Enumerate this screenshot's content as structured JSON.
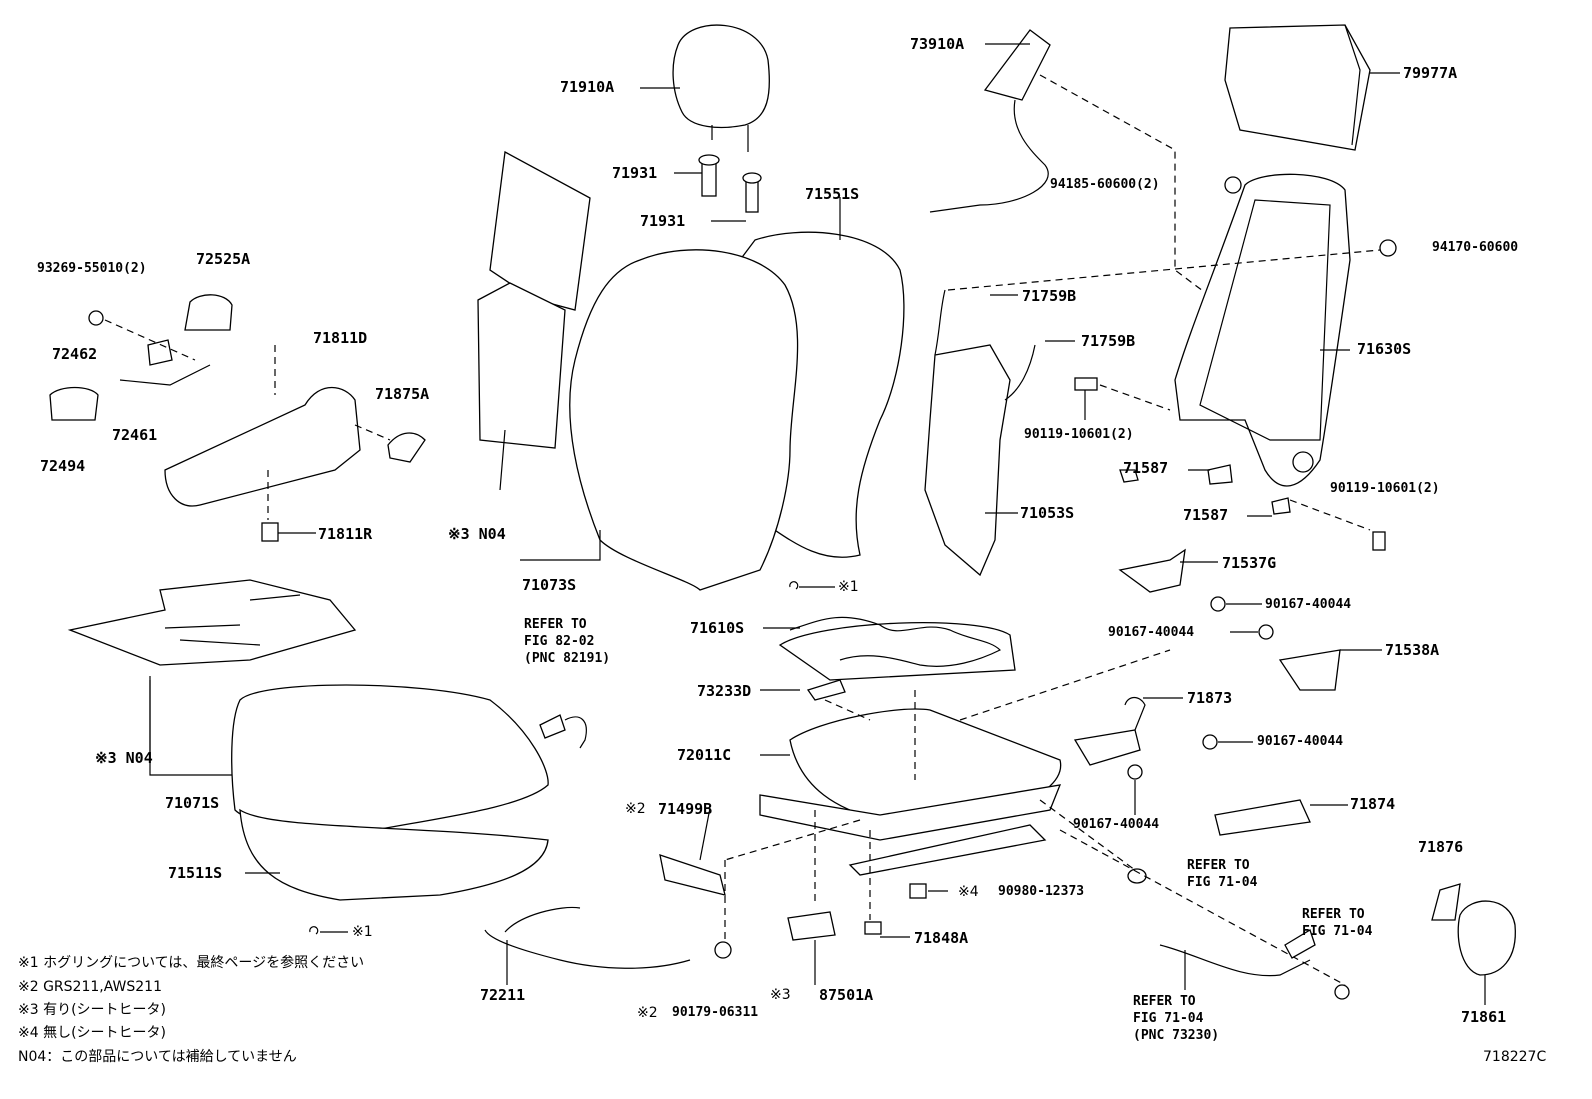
{
  "parts": {
    "p71910A": "71910A",
    "p71931a": "71931",
    "p71931b": "71931",
    "p73910A": "73910A",
    "p79977A": "79977A",
    "p94185": "94185-60600(2)",
    "p94170": "94170-60600",
    "p71551S": "71551S",
    "p93269": "93269-55010(2)",
    "p72525A": "72525A",
    "p72462": "72462",
    "p71811D": "71811D",
    "p71875A": "71875A",
    "p72461": "72461",
    "p72494": "72494",
    "p71811R": "71811R",
    "p71759Ba": "71759B",
    "p71759Bb": "71759B",
    "p71630S": "71630S",
    "p90119a": "90119-10601(2)",
    "p71587a": "71587",
    "p71053S": "71053S",
    "p90119b": "90119-10601(2)",
    "p71587b": "71587",
    "p71073S": "71073S",
    "p71537G": "71537G",
    "p90167a": "90167-40044",
    "p90167b": "90167-40044",
    "p71538A": "71538A",
    "p71610S": "71610S",
    "p73233D": "73233D",
    "p71873": "71873",
    "p72011C": "72011C",
    "p90167c": "90167-40044",
    "p71874": "71874",
    "p90167d": "90167-40044",
    "p71071S": "71071S",
    "p71499B": "71499B",
    "p71511S": "71511S",
    "p90980": "90980-12373",
    "p71876": "71876",
    "p71848A": "71848A",
    "p72211": "72211",
    "p87501A": "87501A",
    "p90179": "90179-06311",
    "p71861": "71861"
  },
  "marks": {
    "n04_a": "※3 N04",
    "n04_b": "※3 N04",
    "x1_a": "※1",
    "x1_b": "※1",
    "x2_a": "※2",
    "x4": "※4",
    "x3": "※3",
    "x2_b": "※2"
  },
  "refs": {
    "r82": "REFER TO\nFIG 82-02\n(PNC 82191)",
    "r7104a": "REFER TO\nFIG 71-04",
    "r7104b": "REFER TO\nFIG 71-04",
    "r73230": "REFER TO\nFIG 71-04\n(PNC 73230)"
  },
  "legend": [
    "※1 ホグリングについては、最終ページを参照ください",
    "※2 GRS211,AWS211",
    "※3 有り(シートヒータ)",
    "※4 無し(シートヒータ)",
    "N04：この部品については補給していません"
  ],
  "figure_code": "718227C"
}
